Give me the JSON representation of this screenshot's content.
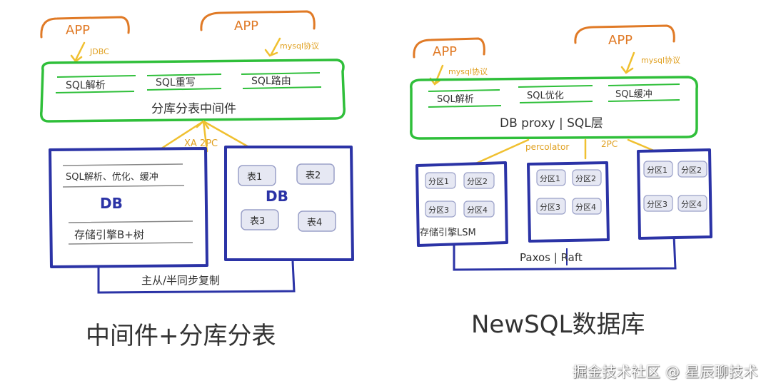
{
  "colors": {
    "app": "#e07a26",
    "middleware": "#2fbf3a",
    "db": "#2b33a6",
    "protocol": "#f0c030",
    "ink": "#333333",
    "shard_fill": "#e6e8f3"
  },
  "left": {
    "apps": [
      "APP",
      "APP"
    ],
    "protocols": [
      "JDBC",
      "mysql协议",
      "XA 2PC"
    ],
    "middleware": {
      "modules": [
        "SQL解析",
        "SQL重写",
        "SQL路由"
      ],
      "label": "分库分表中间件"
    },
    "db_left": {
      "top_module": "SQL解析、优化、缓冲",
      "label": "DB",
      "engine": "存储引擎B+树"
    },
    "db_right": {
      "tables": [
        "表1",
        "表2",
        "表3",
        "表4"
      ],
      "label": "DB"
    },
    "replication": "主从/半同步复制",
    "caption": "中间件+分库分表"
  },
  "right": {
    "apps": [
      "APP",
      "APP"
    ],
    "protocols": [
      "mysql协议",
      "mysql协议",
      "percolator",
      "2PC"
    ],
    "proxy": {
      "modules": [
        "SQL解析",
        "SQL优化",
        "SQL缓冲"
      ],
      "label": "DB proxy | SQL层"
    },
    "nodes": [
      {
        "shards": [
          "分区1",
          "分区2",
          "分区3",
          "分区4"
        ],
        "engine": "存储引擎LSM"
      },
      {
        "shards": [
          "分区1",
          "分区2",
          "分区3",
          "分区4"
        ],
        "engine": ""
      },
      {
        "shards": [
          "分区1",
          "分区2",
          "分区3",
          "分区4"
        ],
        "engine": ""
      }
    ],
    "consensus": "Paxos | Raft",
    "caption": "NewSQL数据库"
  },
  "watermark": "掘金技术社区 @ 星辰聊技术"
}
